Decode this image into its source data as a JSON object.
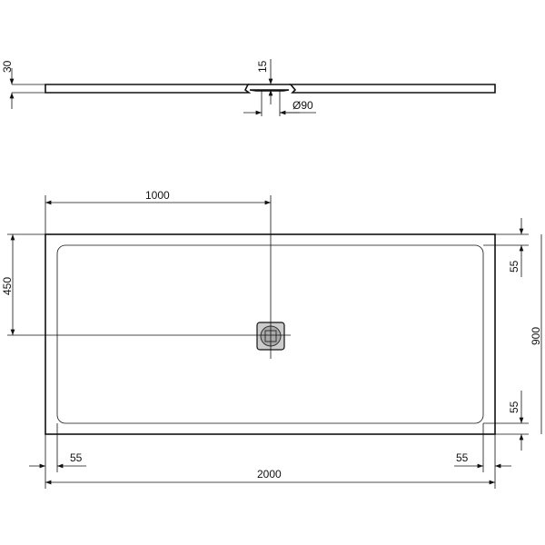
{
  "side_view": {
    "height_label": "30",
    "drain_depth_label": "15",
    "drain_diameter_label": "Ø90"
  },
  "plan_view": {
    "drain_offset_x_label": "1000",
    "drain_offset_y_label": "450",
    "width_label": "900",
    "rim_top_label": "55",
    "rim_bottom_label": "55",
    "rim_left_label": "55",
    "rim_right_label": "55",
    "length_label": "2000"
  }
}
